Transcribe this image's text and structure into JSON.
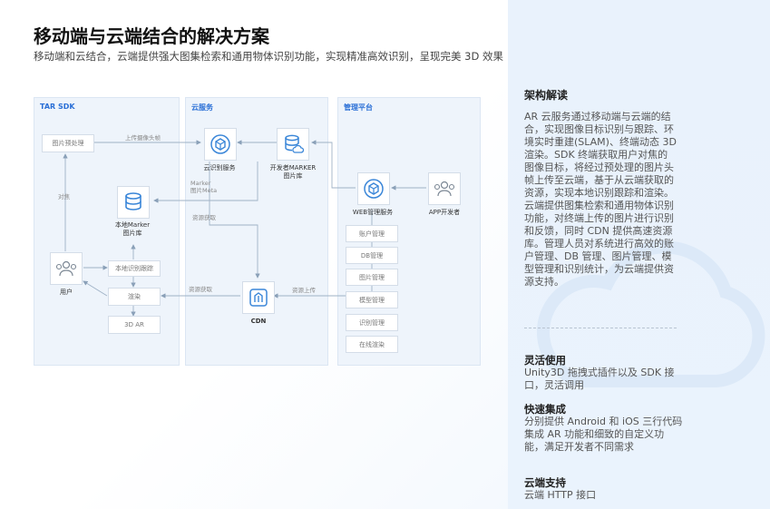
{
  "header": {
    "title": "移动端与云端结合的解决方案",
    "subtitle": "移动端和云结合，云端提供强大图集检索和通用物体识别功能，实现精准高效识别，呈现完美 3D 效果"
  },
  "diagram": {
    "panels": {
      "sdk": "TAR SDK",
      "cloud": "云服务",
      "admin": "管理平台"
    },
    "sdk_boxes": {
      "preprocess": "图片预处理",
      "local_track": "本地识别跟踪",
      "render": "渲染",
      "ar3d": "3D AR"
    },
    "nodes": {
      "cloud_recognition": "云识别服务",
      "dev_marker_db": "开发者MARKER\n图片库",
      "local_marker_db": "本地Marker\n图片库",
      "user": "用户",
      "cdn": "CDN",
      "web_admin": "WEB管理服务",
      "app_dev": "APP开发者"
    },
    "admin_boxes": [
      "账户管理",
      "DB管理",
      "图片管理",
      "模型管理",
      "识别管理",
      "在线渲染"
    ],
    "edges": {
      "upload_frame": "上传摄像头帧",
      "marker_meta": "Marker\n图片Meta",
      "align": "对焦",
      "resource_fetch_1": "资源获取",
      "resource_fetch_2": "资源获取",
      "resource_upload": "资源上传"
    }
  },
  "sidebar": {
    "arch_title": "架构解读",
    "arch_desc": "AR 云服务通过移动端与云端的结合，实现图像目标识别与跟踪、环境实时重建(SLAM)、终端动态 3D 渲染。SDK 终端获取用户对焦的图像目标，将经过预处理的图片头帧上传至云端，基于从云端获取的资源，实现本地识别跟踪和渲染。云端提供图集检索和通用物体识别功能，对终端上传的图片进行识别和反馈，同时 CDN 提供高速资源库。管理人员对系统进行高效的账户管理、DB 管理、图片管理、模型管理和识别统计，为云端提供资源支持。",
    "features": [
      {
        "title": "灵活使用",
        "desc": "Unity3D 拖拽式插件以及 SDK 接口，灵活调用"
      },
      {
        "title": "快速集成",
        "desc": "分别提供 Android 和 iOS 三行代码集成 AR 功能和细致的自定义功能，满足开发者不同需求"
      },
      {
        "title": "云端支持",
        "desc": "云端 HTTP 接口"
      }
    ]
  },
  "colors": {
    "accent": "#2a6fd6",
    "icon_blue": "#3a86d8",
    "panel_bg": "#eef4fb",
    "sidebar_bg": "#e9f2fc"
  }
}
